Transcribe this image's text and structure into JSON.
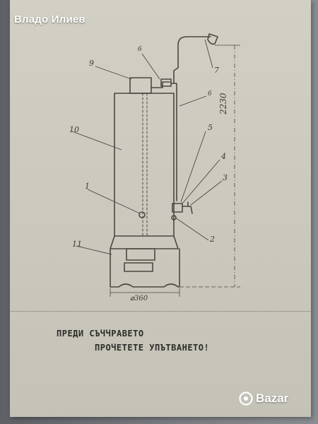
{
  "watermark": {
    "seller_name": "Владо Илиев"
  },
  "drawing": {
    "labels": {
      "part_9": "9",
      "part_6a": "6",
      "part_6b": "6",
      "part_7": "7",
      "part_10": "10",
      "part_1": "1",
      "part_5": "5",
      "part_4": "4",
      "part_3": "3",
      "part_2": "2",
      "part_11": "11"
    },
    "dimensions": {
      "height": "2230",
      "base_diameter": "⌀360"
    }
  },
  "warning_text": {
    "line1": "ПРЕДИ СЪЧЧРАВЕТО",
    "line2": "ПРОЧЕТЕТЕ УПЪТВАНЕТО!"
  },
  "logo": {
    "brand": "Bazar"
  },
  "colors": {
    "paper": "#cfccc0",
    "ink": "#3c3a36",
    "backdrop": "#6b6f74"
  }
}
